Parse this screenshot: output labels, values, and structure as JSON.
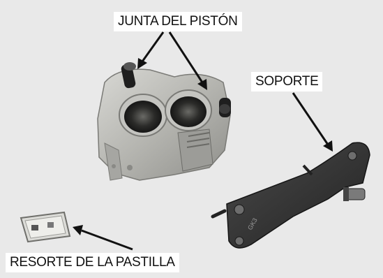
{
  "labels": {
    "piston_seal": "JUNTA DEL PISTÓN",
    "bracket": "SOPORTE",
    "pad_spring": "RESORTE DE LA PASTILLA"
  },
  "colors": {
    "background": "#e9e9e9",
    "caliper_metal": "#b9b9b4",
    "bracket_metal": "#3a3a3a",
    "arrow": "#111111"
  }
}
